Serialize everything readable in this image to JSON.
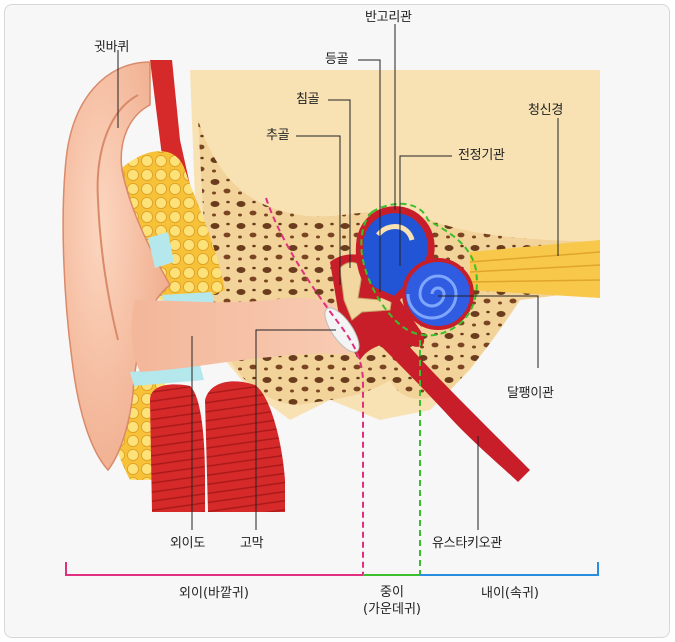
{
  "labels": {
    "pinna": "귓바퀴",
    "semicircular_canals": "반고리관",
    "stapes": "등골",
    "incus": "침골",
    "malleus": "추골",
    "vestibule": "전정기관",
    "auditory_nerve": "청신경",
    "cochlea": "달팽이관",
    "ear_canal": "외이도",
    "eardrum": "고막",
    "eustachian_tube": "유스타키오관"
  },
  "sections": {
    "outer_ear": "외이(바깥귀)",
    "middle_ear_line1": "중이",
    "middle_ear_line2": "(가운데귀)",
    "inner_ear": "내이(속귀)"
  },
  "colors": {
    "outer": "#e0307f",
    "middle": "#3cbf2c",
    "inner": "#2a8de0"
  }
}
